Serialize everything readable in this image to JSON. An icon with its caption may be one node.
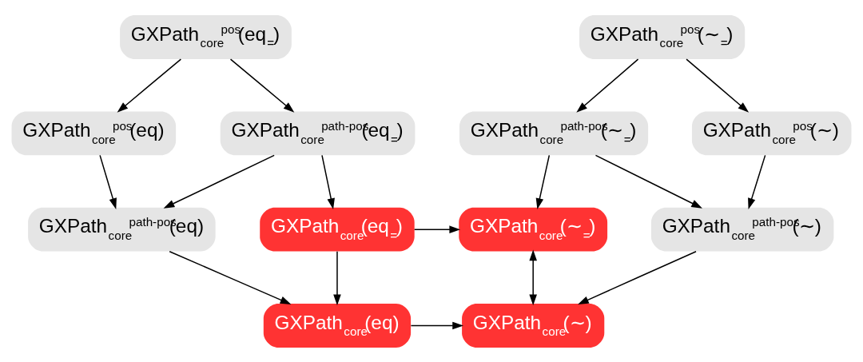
{
  "diagram": {
    "nodes": [
      {
        "text": [
          "GXPath$_{core}$$^{pos}$(eq$_{=}$)"
        ]
      },
      {
        "text": [
          "GXPath$_{core}$$^{pos}$(∼$_{=}$)"
        ]
      },
      {
        "text": [
          "GXPath$_{core}$$^{pos}$(eq)"
        ]
      },
      {
        "text": [
          "GXPath$_{core}$$^{path-pos}$(eq$_{=}$)"
        ]
      },
      {
        "text": [
          "GXPath$_{core}$$^{path-pos}$(∼$_{=}$)"
        ]
      },
      {
        "text": [
          "GXPath$_{core}$$^{pos}$(∼)"
        ]
      },
      {
        "text": [
          "GXPath$_{core}$$^{path-pos}$(eq)"
        ]
      },
      {
        "text": [
          "GXPath$_{core}$(eq$_{=}$)"
        ]
      },
      {
        "text": [
          "GXPath$_{core}$(∼$_{=}$)"
        ]
      },
      {
        "text": [
          "GXPath$_{core}$$^{path-pos}$(∼)"
        ]
      },
      {
        "text": [
          "GXPath$_{core}$(eq)"
        ]
      },
      {
        "text": [
          "GXPath$_{core}$(∼)"
        ]
      }
    ],
    "edges": [
      {
        "from": 0,
        "to": 2,
        "arrow": "to"
      },
      {
        "from": 0,
        "to": 3,
        "arrow": "to"
      },
      {
        "from": 1,
        "to": 4,
        "arrow": "to"
      },
      {
        "from": 1,
        "to": 5,
        "arrow": "to"
      },
      {
        "from": 2,
        "to": 6,
        "arrow": "to"
      },
      {
        "from": 3,
        "to": 6,
        "arrow": "to"
      },
      {
        "from": 3,
        "to": 7,
        "arrow": "to"
      },
      {
        "from": 4,
        "to": 8,
        "arrow": "to"
      },
      {
        "from": 4,
        "to": 9,
        "arrow": "to"
      },
      {
        "from": 5,
        "to": 9,
        "arrow": "to"
      },
      {
        "from": 6,
        "to": 10,
        "arrow": "to"
      },
      {
        "from": 7,
        "to": 8,
        "arrow": "to"
      },
      {
        "from": 7,
        "to": 10,
        "arrow": "to"
      },
      {
        "from": 9,
        "to": 11,
        "arrow": "to"
      },
      {
        "from": 10,
        "to": 11,
        "arrow": "to"
      },
      {
        "from": 8,
        "to": 11,
        "arrow": "both"
      }
    ]
  }
}
